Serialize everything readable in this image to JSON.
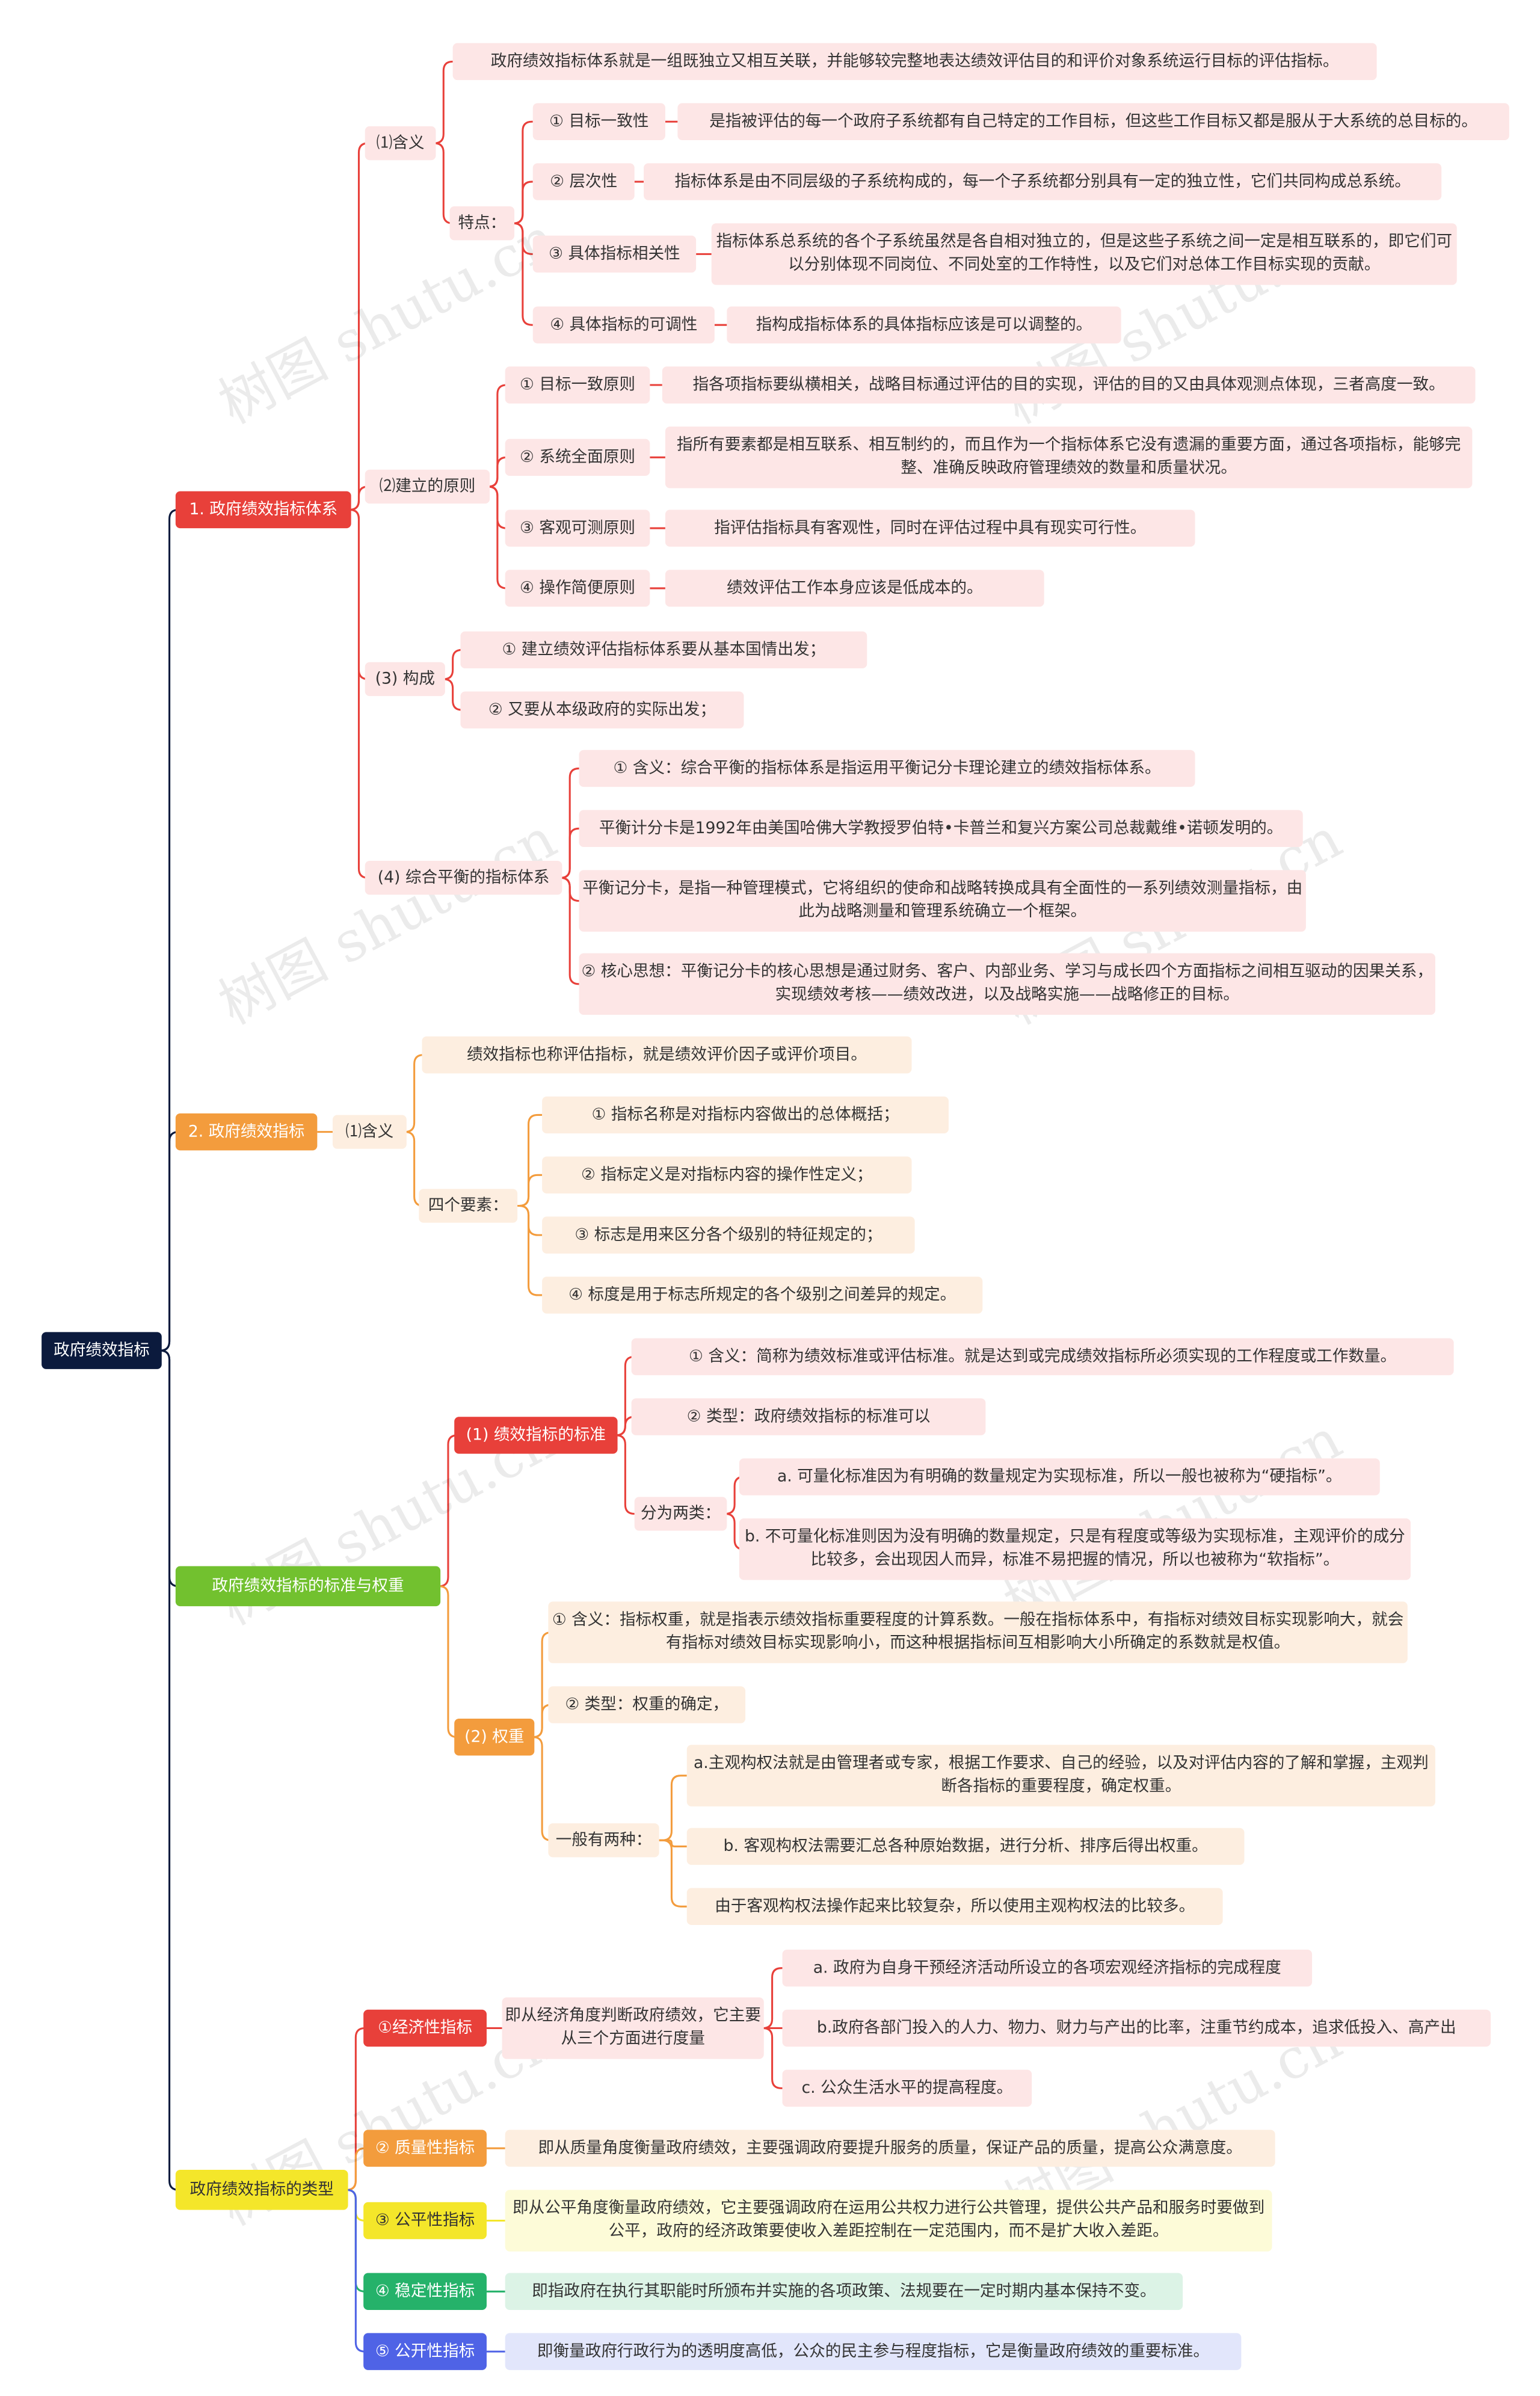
{
  "root": "政府绩效指标",
  "b1": {
    "title": "1. 政府绩效指标体系",
    "s1": {
      "title": "⑴含义",
      "def": "政府绩效指标体系就是一组既独立又相互关联，并能够较完整地表达绩效评估目的和评价对象系统运行目标的评估指标。",
      "feat": "特点：",
      "f1": "① 目标一致性",
      "f1d": "是指被评估的每一个政府子系统都有自己特定的工作目标，但这些工作目标又都是服从于大系统的总目标的。",
      "f2": "② 层次性",
      "f2d": "指标体系是由不同层级的子系统构成的，每一个子系统都分别具有一定的独立性，它们共同构成总系统。",
      "f3": "③ 具体指标相关性",
      "f3d": "指标体系总系统的各个子系统虽然是各自相对独立的，但是这些子系统之间一定是相互联系的，即它们可以分别体现不同岗位、不同处室的工作特性，以及它们对总体工作目标实现的贡献。",
      "f4": "④ 具体指标的可调性",
      "f4d": "指构成指标体系的具体指标应该是可以调整的。"
    },
    "s2": {
      "title": "⑵建立的原则",
      "p1": "① 目标一致原则",
      "p1d": "指各项指标要纵横相关，战略目标通过评估的目的实现，评估的目的又由具体观测点体现，三者高度一致。",
      "p2": "② 系统全面原则",
      "p2d": "指所有要素都是相互联系、相互制约的，而且作为一个指标体系它没有遗漏的重要方面，通过各项指标，能够完整、准确反映政府管理绩效的数量和质量状况。",
      "p3": "③ 客观可测原则",
      "p3d": "指评估指标具有客观性，同时在评估过程中具有现实可行性。",
      "p4": "④ 操作简便原则",
      "p4d": "绩效评估工作本身应该是低成本的。"
    },
    "s3": {
      "title": "(3) 构成",
      "c1": "① 建立绩效评估指标体系要从基本国情出发；",
      "c2": "② 又要从本级政府的实际出发；"
    },
    "s4": {
      "title": "(4) 综合平衡的指标体系",
      "i1": "① 含义：综合平衡的指标体系是指运用平衡记分卡理论建立的绩效指标体系。",
      "i2": "平衡计分卡是1992年由美国哈佛大学教授罗伯特•卡普兰和复兴方案公司总裁戴维•诺顿发明的。",
      "i3": "平衡记分卡，是指一种管理模式，它将组织的使命和战略转换成具有全面性的一系列绩效测量指标，由此为战略测量和管理系统确立一个框架。",
      "i4": "② 核心思想：平衡记分卡的核心思想是通过财务、客户、内部业务、学习与成长四个方面指标之间相互驱动的因果关系，实现绩效考核——绩效改进，以及战略实施——战略修正的目标。"
    }
  },
  "b2": {
    "title": "2. 政府绩效指标",
    "s1": "⑴含义",
    "def": "绩效指标也称评估指标，就是绩效评价因子或评价项目。",
    "four": "四个要素：",
    "e1": "① 指标名称是对指标内容做出的总体概括；",
    "e2": "② 指标定义是对指标内容的操作性定义；",
    "e3": "③ 标志是用来区分各个级别的特征规定的；",
    "e4": "④ 标度是用于标志所规定的各个级别之间差异的规定。"
  },
  "b3": {
    "title": "政府绩效指标的标准与权重",
    "s1": {
      "title": "(1) 绩效指标的标准",
      "a": "① 含义：简称为绩效标准或评估标准。就是达到或完成绩效指标所必须实现的工作程度或工作数量。",
      "b": "② 类型：政府绩效指标的标准可以",
      "two": "分为两类：",
      "t1": "a. 可量化标准因为有明确的数量规定为实现标准，所以一般也被称为“硬指标”。",
      "t2": "b. 不可量化标准则因为没有明确的数量规定，只是有程度或等级为实现标准，主观评价的成分比较多，会出现因人而异，标准不易把握的情况，所以也被称为“软指标”。"
    },
    "s2": {
      "title": "(2) 权重",
      "a": "① 含义：指标权重，就是指表示绩效指标重要程度的计算系数。一般在指标体系中，有指标对绩效目标实现影响大，就会有指标对绩效目标实现影响小，而这种根据指标间互相影响大小所确定的系数就是权值。",
      "b": "② 类型：权重的确定，",
      "two": "一般有两种：",
      "t1": "a.主观构权法就是由管理者或专家，根据工作要求、自己的经验，以及对评估内容的了解和掌握，主观判断各指标的重要程度，确定权重。",
      "t2": "b. 客观构权法需要汇总各种原始数据，进行分析、排序后得出权重。",
      "t3": "由于客观构权法操作起来比较复杂，所以使用主观构权法的比较多。"
    }
  },
  "b4": {
    "title": "政府绩效指标的类型",
    "k1": "①经济性指标",
    "k1d": "即从经济角度判断政府绩效，它主要从三个方面进行度量",
    "k1a": "a. 政府为自身干预经济活动所设立的各项宏观经济指标的完成程度",
    "k1b": "b.政府各部门投入的人力、物力、财力与产出的比率，注重节约成本，追求低投入、高产出",
    "k1c": "c. 公众生活水平的提高程度。",
    "k2": "② 质量性指标",
    "k2d": "即从质量角度衡量政府绩效，主要强调政府要提升服务的质量，保证产品的质量，提高公众满意度。",
    "k3": "③ 公平性指标",
    "k3d": "即从公平角度衡量政府绩效，它主要强调政府在运用公共权力进行公共管理，提供公共产品和服务时要做到公平，政府的经济政策要使收入差距控制在一定范围内，而不是扩大收入差距。",
    "k4": "④ 稳定性指标",
    "k4d": "即指政府在执行其职能时所颁布并实施的各项政策、法规要在一定时期内基本保持不变。",
    "k5": "⑤ 公开性指标",
    "k5d": "即衡量政府行政行为的透明度高低，公众的民主参与程度指标，它是衡量政府绩效的重要标准。"
  },
  "watermark": "树图 shutu.cn",
  "colors": {
    "root": "#0b1a3d",
    "red": "#e8403a",
    "orange": "#f39c3d",
    "green": "#72c12f",
    "yellow": "#f4e62a",
    "teal": "#25b26a",
    "blue": "#4f63e6"
  }
}
